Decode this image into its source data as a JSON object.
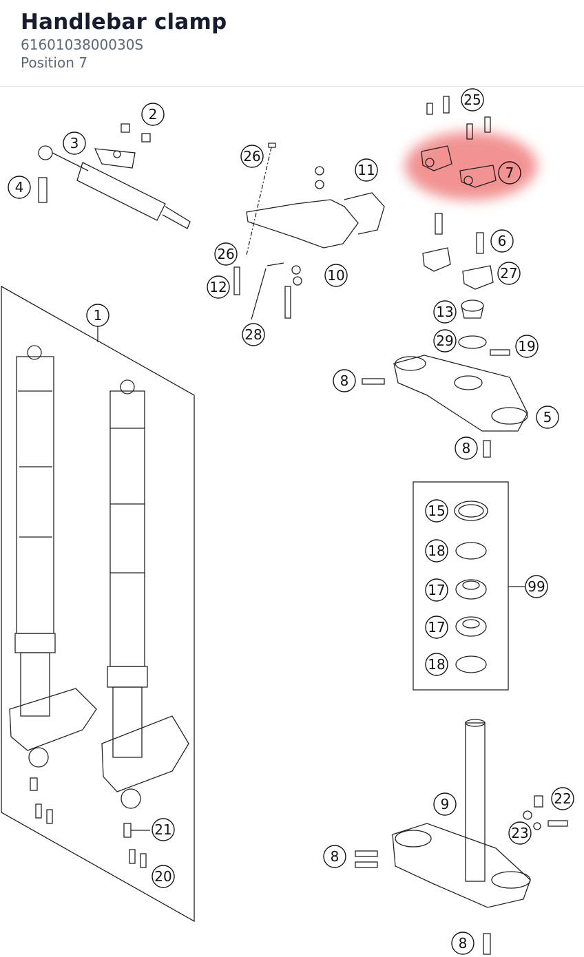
{
  "header": {
    "title": "Handlebar clamp",
    "part_number": "6160103800030S",
    "position_label": "Position 7"
  },
  "diagram": {
    "highlight_color": "#f08080",
    "callouts": [
      {
        "id": "c1",
        "label": "1"
      },
      {
        "id": "c2",
        "label": "2"
      },
      {
        "id": "c3",
        "label": "3"
      },
      {
        "id": "c4",
        "label": "4"
      },
      {
        "id": "c5",
        "label": "5"
      },
      {
        "id": "c6",
        "label": "6"
      },
      {
        "id": "c7",
        "label": "7",
        "highlighted": true
      },
      {
        "id": "c8a",
        "label": "8"
      },
      {
        "id": "c8b",
        "label": "8"
      },
      {
        "id": "c8c",
        "label": "8"
      },
      {
        "id": "c8d",
        "label": "8"
      },
      {
        "id": "c9",
        "label": "9"
      },
      {
        "id": "c10",
        "label": "10"
      },
      {
        "id": "c11",
        "label": "11"
      },
      {
        "id": "c12",
        "label": "12"
      },
      {
        "id": "c13",
        "label": "13"
      },
      {
        "id": "c15",
        "label": "15"
      },
      {
        "id": "c17a",
        "label": "17"
      },
      {
        "id": "c17b",
        "label": "17"
      },
      {
        "id": "c18a",
        "label": "18"
      },
      {
        "id": "c18b",
        "label": "18"
      },
      {
        "id": "c19",
        "label": "19"
      },
      {
        "id": "c20",
        "label": "20"
      },
      {
        "id": "c21",
        "label": "21"
      },
      {
        "id": "c22",
        "label": "22"
      },
      {
        "id": "c23",
        "label": "23"
      },
      {
        "id": "c25",
        "label": "25"
      },
      {
        "id": "c26a",
        "label": "26"
      },
      {
        "id": "c26b",
        "label": "26"
      },
      {
        "id": "c27",
        "label": "27"
      },
      {
        "id": "c28",
        "label": "28"
      },
      {
        "id": "c29",
        "label": "29"
      },
      {
        "id": "c99",
        "label": "99"
      }
    ]
  }
}
